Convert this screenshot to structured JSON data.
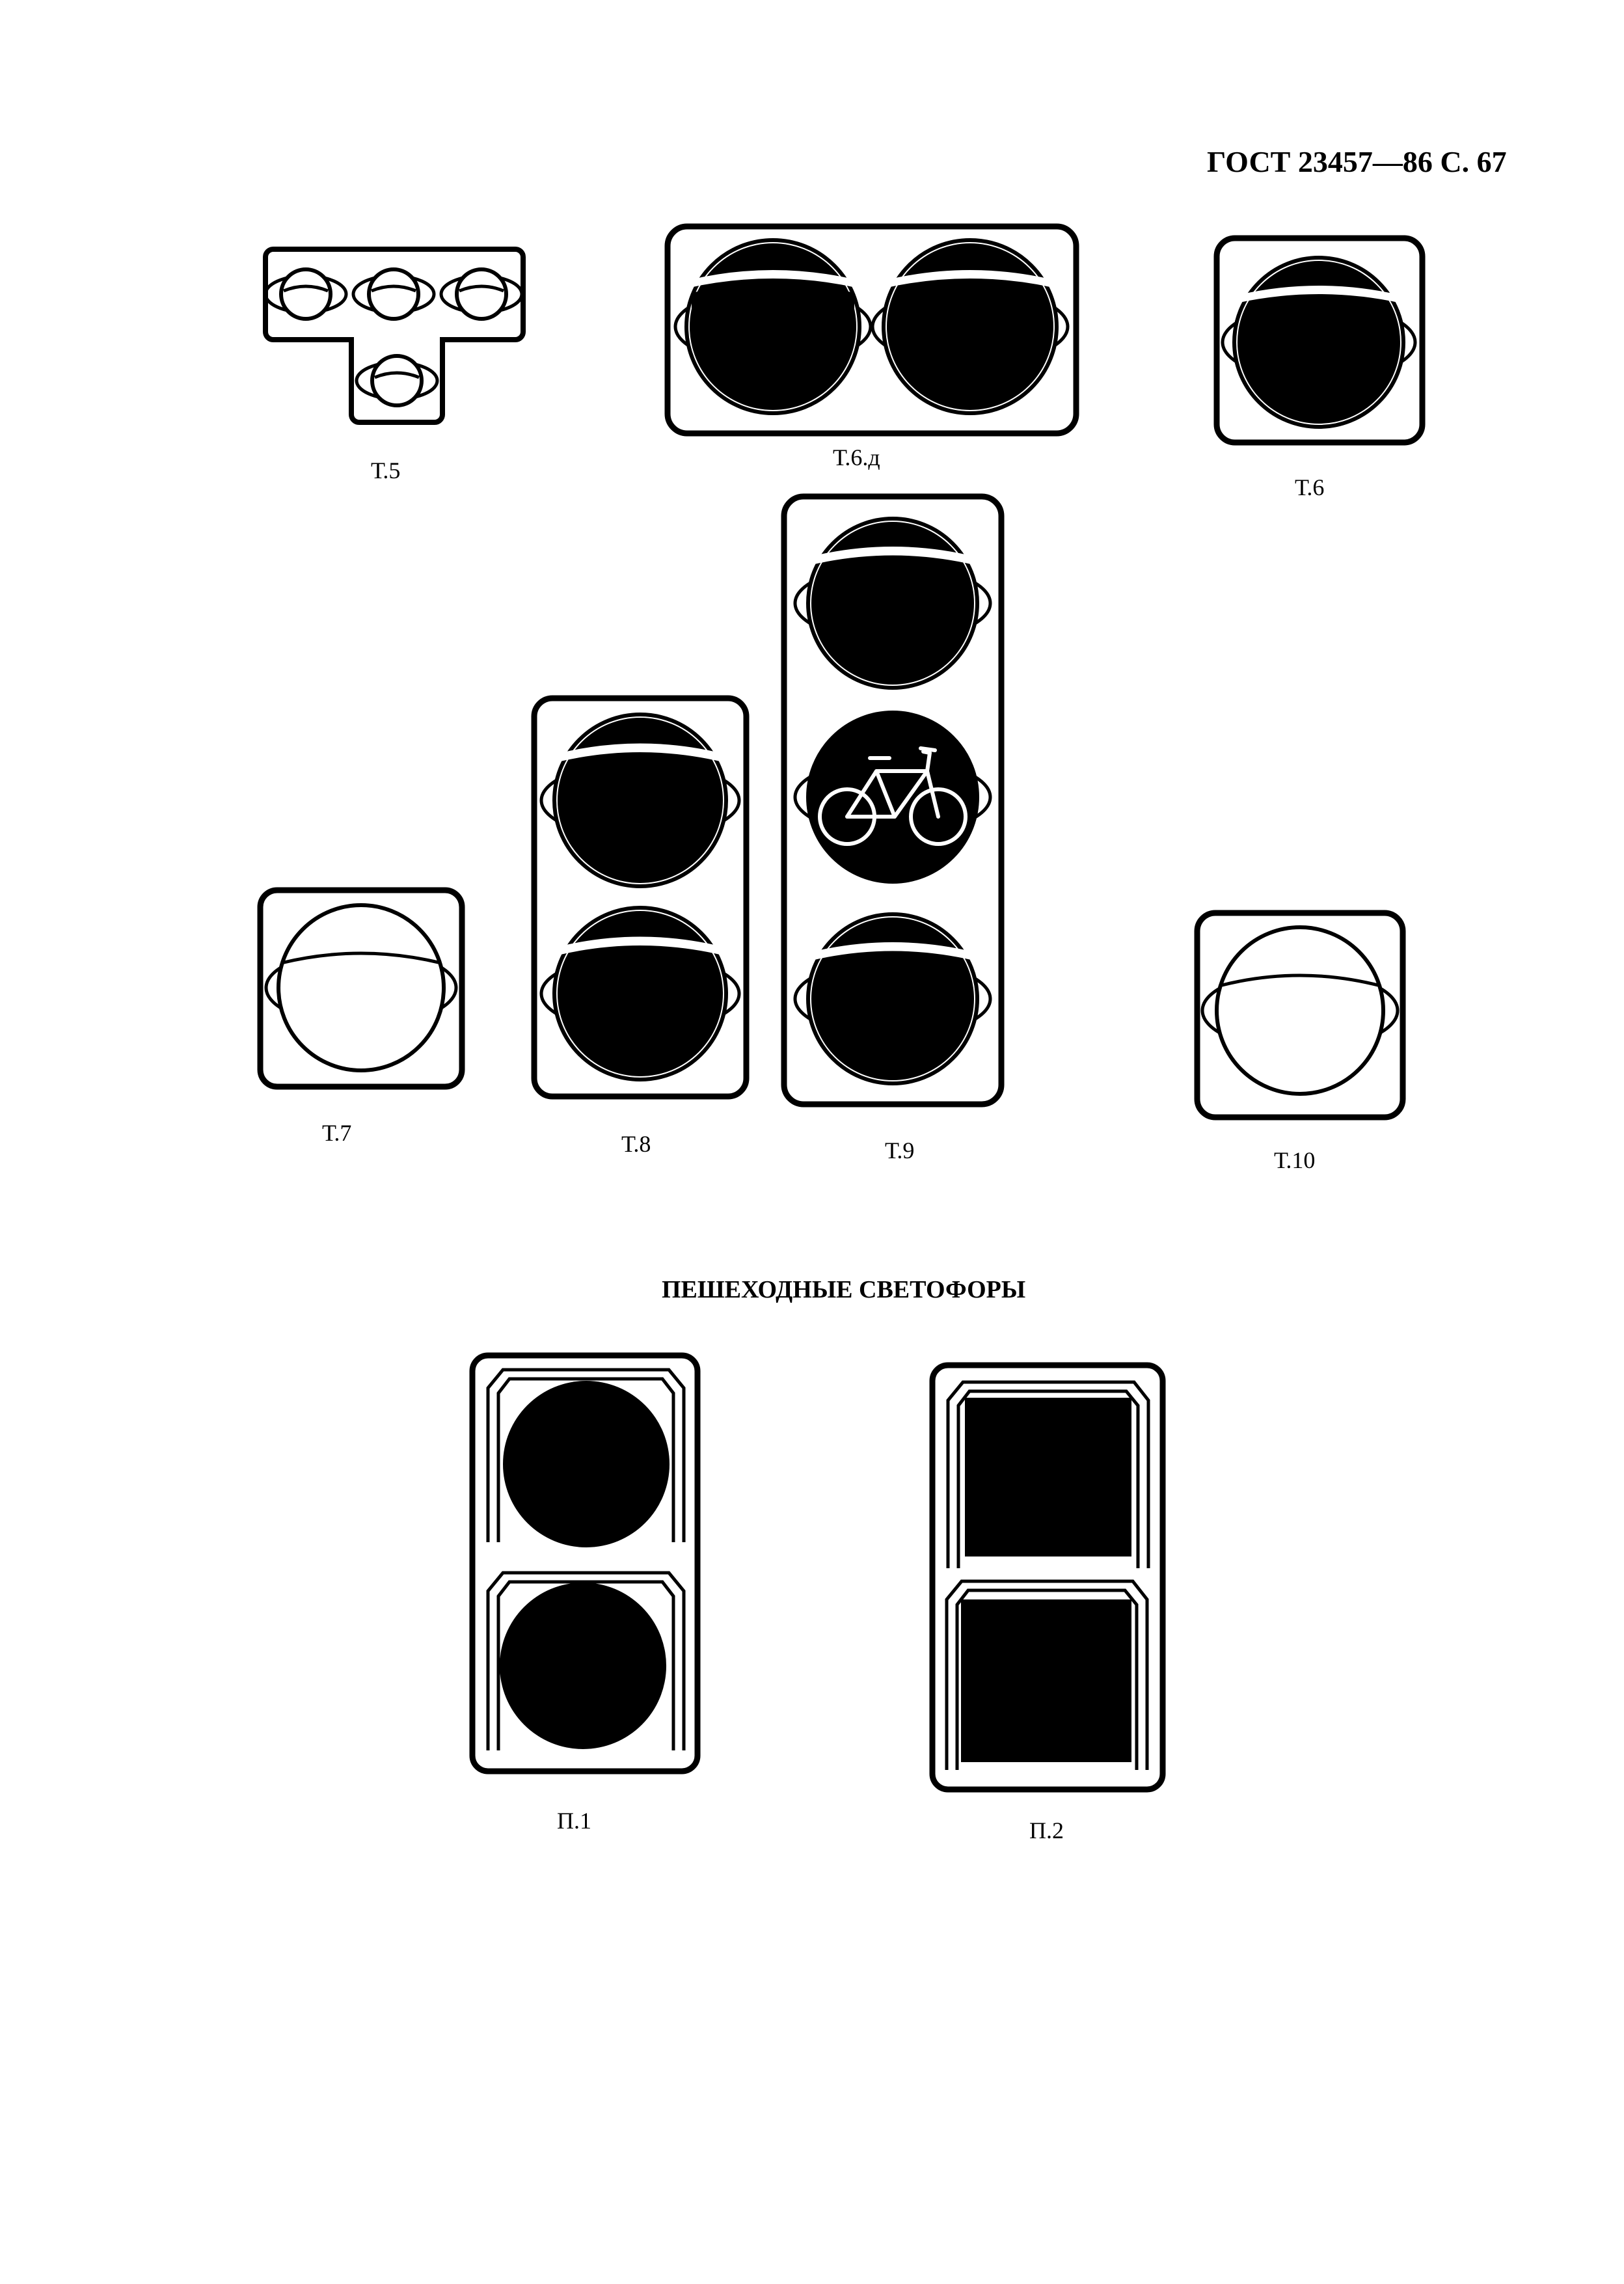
{
  "header": {
    "text": "ГОСТ 23457—86 С. 67"
  },
  "section_title": "ПЕШЕХОДНЫЕ СВЕТОФОРЫ",
  "labels": {
    "t5": "Т.5",
    "t6d": "Т.6.д",
    "t6": "Т.6",
    "t7": "Т.7",
    "t8": "Т.8",
    "t9": "Т.9",
    "t10": "Т.10",
    "p1": "П.1",
    "p2": "П.2"
  },
  "icons": {
    "t9_symbol": "bicycle-icon"
  },
  "colors": {
    "ink": "#000000",
    "paper": "#ffffff"
  }
}
